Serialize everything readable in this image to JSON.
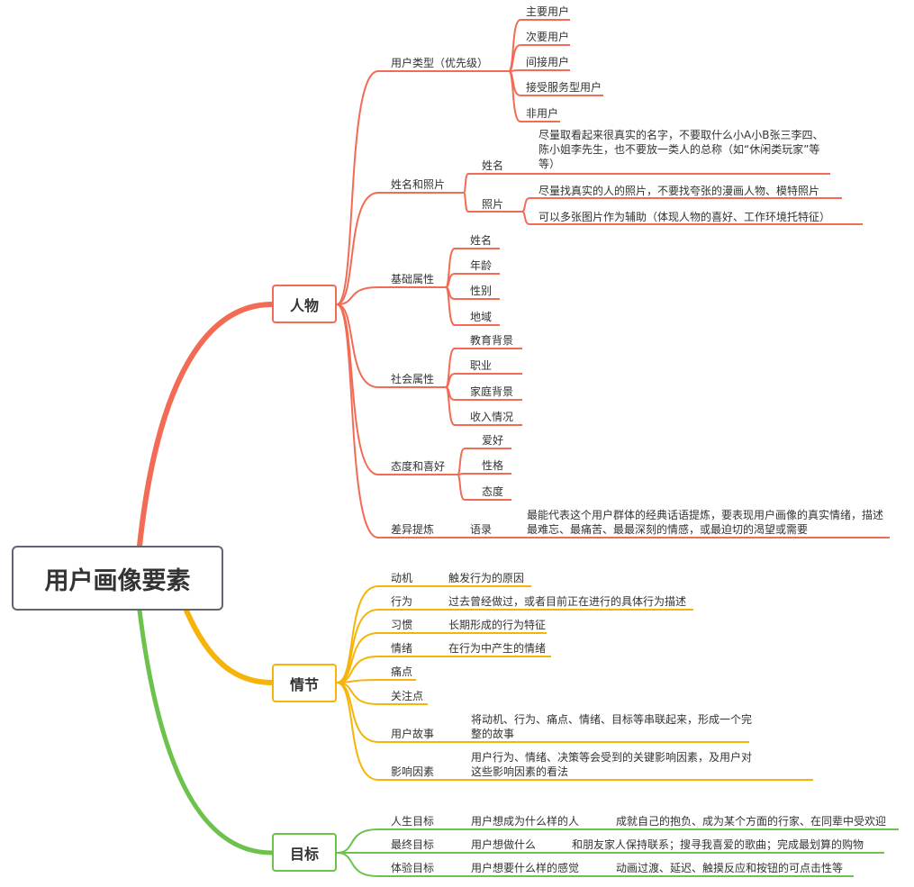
{
  "root": "用户画像要素",
  "colors": {
    "person": "#f26b54",
    "plot": "#f6b40a",
    "goal": "#6cc24a",
    "root_border": "#5f6672"
  },
  "person": {
    "label": "人物",
    "user_type": {
      "label": "用户类型（优先级）",
      "items": [
        "主要用户",
        "次要用户",
        "间接用户",
        "接受服务型用户",
        "非用户"
      ]
    },
    "name_photo": {
      "label": "姓名和照片",
      "name": {
        "label": "姓名",
        "desc": "尽量取看起来很真实的名字，不要取什么小A小B张三李四、陈小姐李先生，也不要放一类人的总称（如“休闲类玩家”等等）"
      },
      "photo": {
        "label": "照片",
        "desc": [
          "尽量找真实的人的照片，不要找夸张的漫画人物、模特照片",
          "可以多张图片作为辅助（体现人物的喜好、工作环境托特征）"
        ]
      }
    },
    "basic": {
      "label": "基础属性",
      "items": [
        "姓名",
        "年龄",
        "性别",
        "地域"
      ]
    },
    "social": {
      "label": "社会属性",
      "items": [
        "教育背景",
        "职业",
        "家庭背景",
        "收入情况"
      ]
    },
    "attitude": {
      "label": "态度和喜好",
      "items": [
        "爱好",
        "性格",
        "态度"
      ]
    },
    "diff": {
      "label": "差异提炼",
      "sub": "语录",
      "desc": "最能代表这个用户群体的经典话语提炼，要表现用户画像的真实情绪，描述最难忘、最痛苦、最最深刻的情感，或最迫切的渴望或需要"
    }
  },
  "plot": {
    "label": "情节",
    "items": [
      {
        "label": "动机",
        "desc": "触发行为的原因"
      },
      {
        "label": "行为",
        "desc": "过去曾经做过，或者目前正在进行的具体行为描述"
      },
      {
        "label": "习惯",
        "desc": "长期形成的行为特征"
      },
      {
        "label": "情绪",
        "desc": "在行为中产生的情绪"
      },
      {
        "label": "痛点",
        "desc": ""
      },
      {
        "label": "关注点",
        "desc": ""
      },
      {
        "label": "用户故事",
        "desc": "将动机、行为、痛点、情绪、目标等串联起来，形成一个完整的故事"
      },
      {
        "label": "影响因素",
        "desc": "用户行为、情绪、决策等会受到的关键影响因素，及用户对这些影响因素的看法"
      }
    ]
  },
  "goal": {
    "label": "目标",
    "items": [
      {
        "label": "人生目标",
        "question": "用户想成为什么样的人",
        "example": "成就自己的抱负、成为某个方面的行家、在同辈中受欢迎"
      },
      {
        "label": "最终目标",
        "question": "用户想做什么",
        "example": "和朋友家人保持联系；搜寻我喜爱的歌曲；完成最划算的购物"
      },
      {
        "label": "体验目标",
        "question": "用户想要什么样的感觉",
        "example": "动画过渡、延迟、触摸反应和按钮的可点击性等"
      }
    ]
  }
}
